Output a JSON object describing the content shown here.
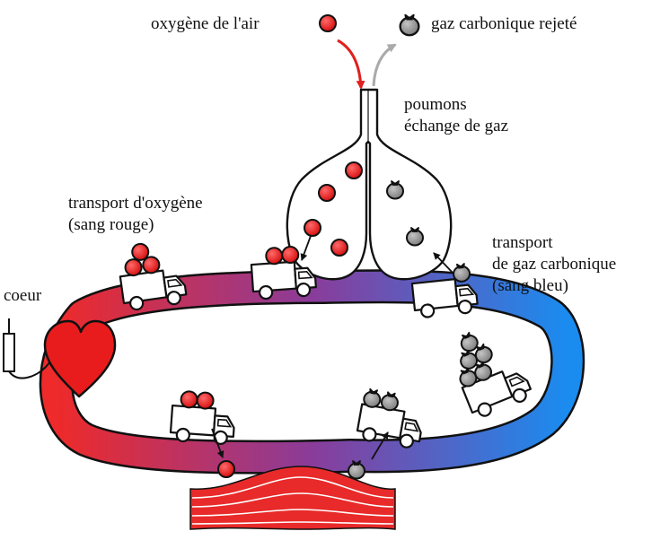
{
  "labels": {
    "oxygen_air": "oxygène de l'air",
    "co2_rejected": "gaz carbonique rejeté",
    "lungs_line1": "poumons",
    "lungs_line2": "échange de gaz",
    "oxygen_transport_line1": "transport d'oxygène",
    "oxygen_transport_line2": "(sang rouge)",
    "co2_transport_line1": "transport",
    "co2_transport_line2": "de gaz carbonique",
    "co2_transport_line3": "(sang bleu)",
    "heart": "coeur"
  },
  "icons": {
    "oxygen": "oxygen-molecule-icon",
    "co2": "co2-bag-icon",
    "vehicle": "truck-icon",
    "heart": "heart-icon",
    "muscle": "muscle-icon"
  },
  "colors": {
    "oxygen_red": "#e81c1c",
    "co2_gray": "#8c8c8c",
    "blood_red": "#ee2c2c",
    "blood_blue": "#1a8cf0",
    "blood_mid": "#8a3c9a",
    "inhale_arrow": "#e02020",
    "exhale_arrow": "#aaaaaa"
  }
}
